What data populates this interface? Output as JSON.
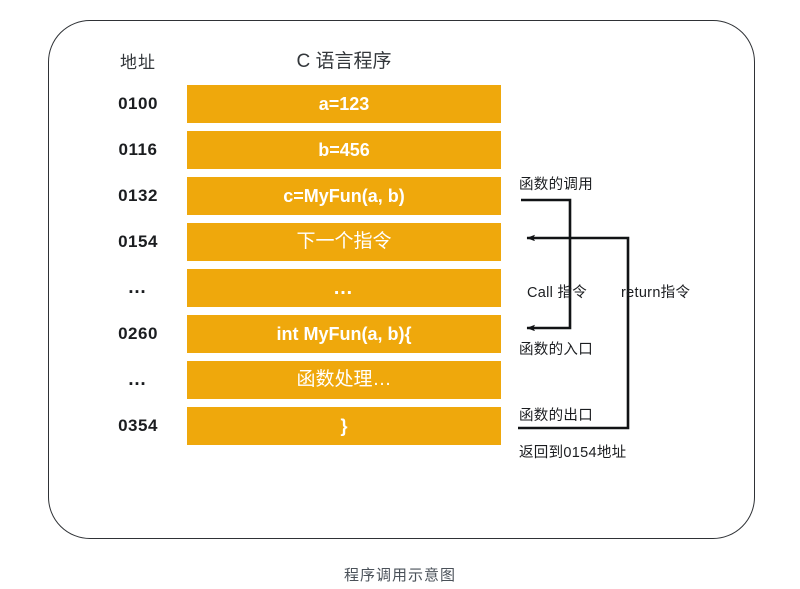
{
  "diagram": {
    "caption": "程序调用示意图",
    "colors": {
      "bar": "#efa80c",
      "bar_text": "#ffffff",
      "border": "#2f3236",
      "text": "#1b1d20",
      "caption_text": "#4a5159",
      "background": "#ffffff"
    },
    "headers": {
      "address": "地址",
      "program": "C 语言程序"
    },
    "rows": [
      {
        "address": "0100",
        "code": "a=123",
        "is_cjk": false,
        "is_dots": false,
        "addr_is_dots": false
      },
      {
        "address": "0116",
        "code": "b=456",
        "is_cjk": false,
        "is_dots": false,
        "addr_is_dots": false
      },
      {
        "address": "0132",
        "code": "c=MyFun(a, b)",
        "is_cjk": false,
        "is_dots": false,
        "addr_is_dots": false
      },
      {
        "address": "0154",
        "code": "下一个指令",
        "is_cjk": true,
        "is_dots": false,
        "addr_is_dots": false
      },
      {
        "address": "…",
        "code": "…",
        "is_cjk": false,
        "is_dots": true,
        "addr_is_dots": true
      },
      {
        "address": "0260",
        "code": "int MyFun(a, b){",
        "is_cjk": false,
        "is_dots": false,
        "addr_is_dots": false
      },
      {
        "address": "…",
        "code": "函数处理…",
        "is_cjk": true,
        "is_dots": false,
        "addr_is_dots": true
      },
      {
        "address": "0354",
        "code": "}",
        "is_cjk": false,
        "is_dots": false,
        "addr_is_dots": false
      }
    ],
    "annotations": {
      "call_title": "函数的调用",
      "call_instruction": "Call 指令",
      "return_instruction": "return指令",
      "function_entry": "函数的入口",
      "function_exit": "函数的出口",
      "return_address": "返回到0154地址"
    }
  }
}
